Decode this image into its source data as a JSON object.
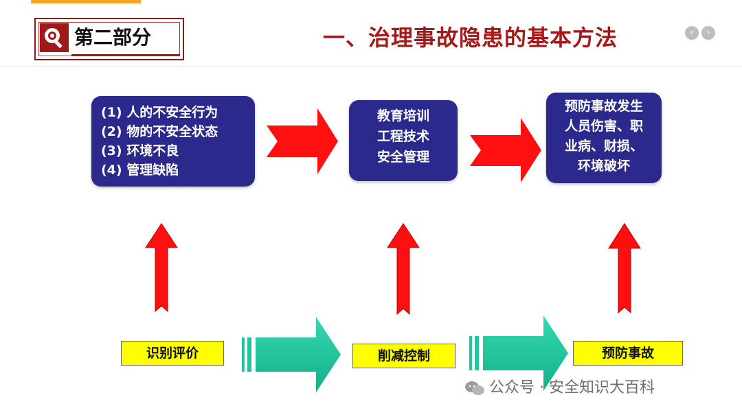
{
  "section_badge": {
    "label": "第二部分",
    "icon": "magnifier-icon"
  },
  "page_title": "一、治理事故隐患的基本方法",
  "nav": {
    "prev_icon": "chevron-left-icon",
    "next_icon": "chevron-right-icon",
    "prev": "‹",
    "next": "›"
  },
  "boxes": [
    {
      "lines": [
        "(1) 人的不安全行为",
        "(2) 物的不安全状态",
        "(3) 环境不良",
        "(4) 管理缺陷"
      ]
    },
    {
      "lines": [
        "教育培训",
        "工程技术",
        "安全管理"
      ]
    },
    {
      "lines": [
        "预防事故发生",
        "人员伤害、职",
        "业病、财损、",
        "环境破坏"
      ]
    }
  ],
  "steps": [
    "识别评价",
    "削减控制",
    "预防事故"
  ],
  "watermark": "公众号 · 安全知识大百科",
  "colors": {
    "box_fill": "#2b2a8c",
    "red_arrow": "#ff1010",
    "green_arrow": "#1ec7a0",
    "tag_fill": "#ffff00",
    "title": "#a31818"
  }
}
